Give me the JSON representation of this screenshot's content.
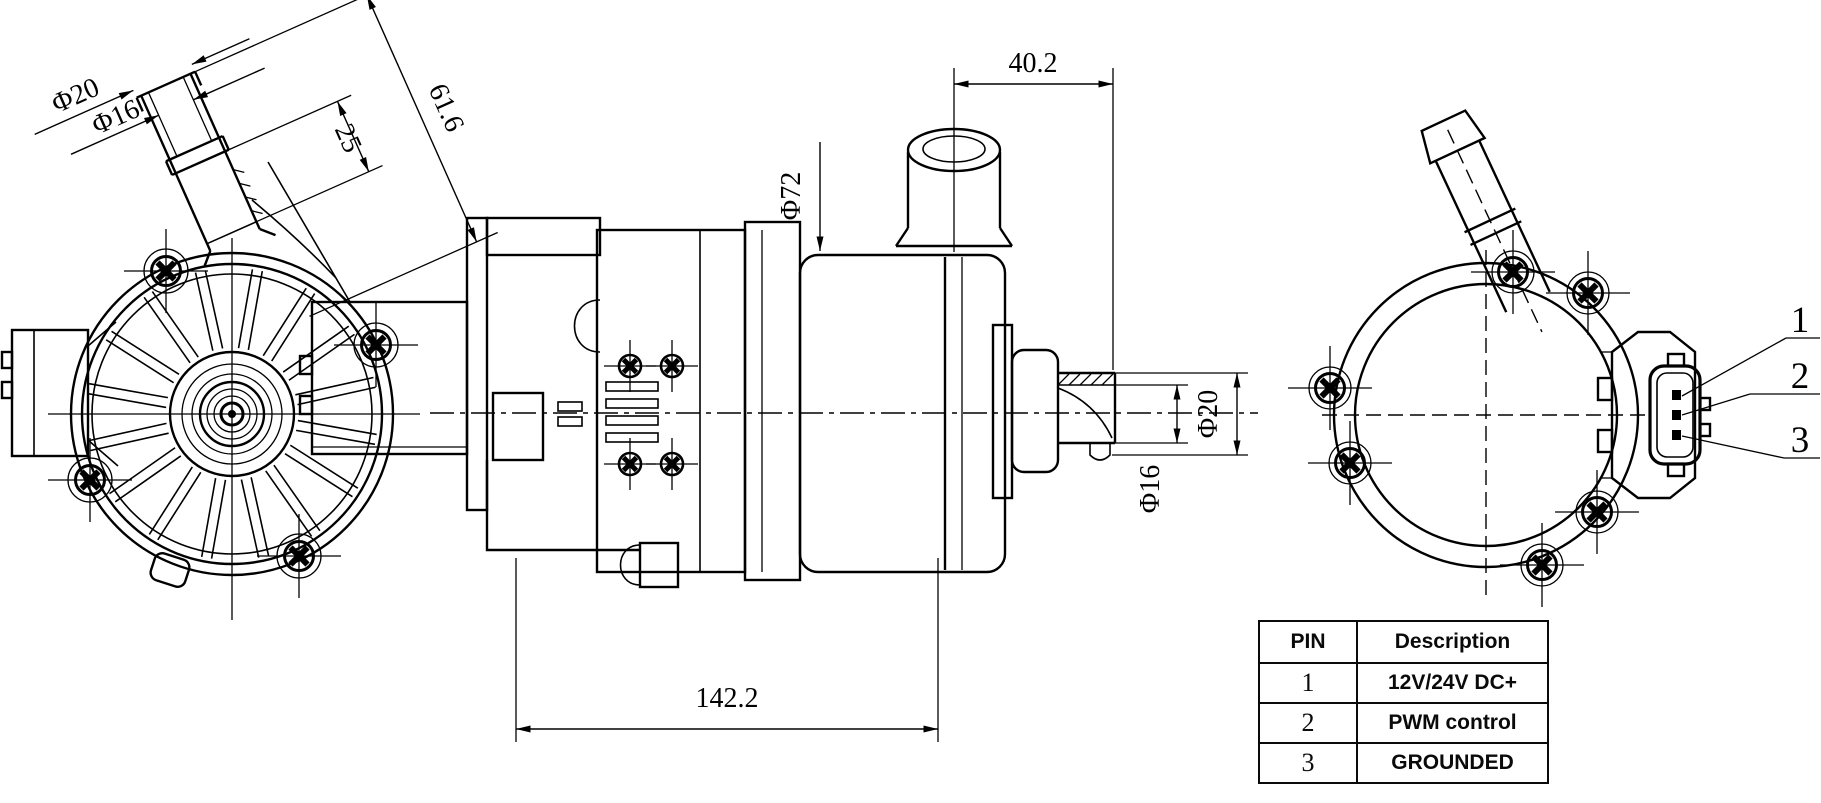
{
  "drawing": {
    "background": "#ffffff",
    "line_color": "#000000",
    "front_view": {
      "pipe_outer_dia": "Φ20",
      "pipe_inner_dia": "Φ16",
      "pipe_tip_length": "25",
      "pipe_length": "61.6"
    },
    "side_view": {
      "outlet_to_end": "40.2",
      "body_dia": "Φ72",
      "inlet_inner_dia": "Φ16",
      "inlet_outer_dia": "Φ20",
      "overall_length": "142.2"
    },
    "rear_view": {
      "pin_callouts": [
        "1",
        "2",
        "3"
      ]
    },
    "pin_table": {
      "headers": [
        "PIN",
        "Description"
      ],
      "rows": [
        {
          "pin": "1",
          "description": "12V/24V DC+"
        },
        {
          "pin": "2",
          "description": "PWM control"
        },
        {
          "pin": "3",
          "description": "GROUNDED"
        }
      ]
    }
  }
}
